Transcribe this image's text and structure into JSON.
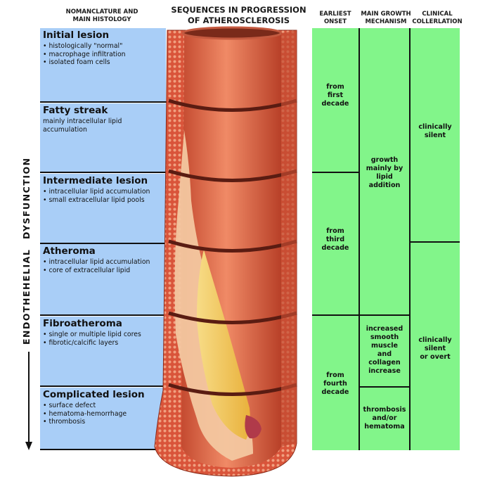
{
  "headers": {
    "nomenclature": [
      "NOMANCLATURE AND",
      "MAIN HISTOLOGY"
    ],
    "sequences": [
      "SEQUENCES IN PROGRESSION",
      "OF ATHEROSCLEROSIS"
    ],
    "onset": [
      "EARLIEST",
      "ONSET"
    ],
    "growth": [
      "MAIN GROWTH",
      "MECHANISM"
    ],
    "clinical": [
      "CLINICAL",
      "COLLERLATION"
    ]
  },
  "side_label": {
    "word1": "ENDOTHEHELIAL",
    "word2": "DYSFUNCTION"
  },
  "lesions": [
    {
      "title": "Initial lesion",
      "items": [
        "histologically \"normal\"",
        "macrophage infiltration",
        "isolated foam cells"
      ]
    },
    {
      "title": "Fatty streak",
      "text": [
        "mainly intracellular lipid",
        "accumulation"
      ]
    },
    {
      "title": "Intermediate lesion",
      "items": [
        "intracellular lipid accumulation",
        "small extracellular lipid pools"
      ]
    },
    {
      "title": "Atheroma",
      "items": [
        "intracellular lipid accumulation",
        "core of extracellular lipid"
      ]
    },
    {
      "title": "Fibroatheroma",
      "items": [
        "single or multiple lipid cores",
        "fibrotic/calcific layers"
      ]
    },
    {
      "title": "Complicated lesion",
      "items": [
        "surface defect",
        "hematoma-hemorrhage",
        "thrombosis"
      ]
    }
  ],
  "onset": [
    [
      "from",
      "first",
      "decade"
    ],
    [
      "from",
      "third",
      "decade"
    ],
    [
      "from",
      "fourth",
      "decade"
    ]
  ],
  "growth": [
    [
      "growth",
      "mainly by",
      "lipid",
      "addition"
    ],
    [
      "increased",
      "smooth",
      "muscle",
      "and",
      "collagen",
      "increase"
    ],
    [
      "thrombosis",
      "and/or",
      "hematoma"
    ]
  ],
  "clinical": [
    [
      "clinically",
      "silent"
    ],
    [
      "clinically",
      "silent",
      "or overt"
    ]
  ],
  "colors": {
    "lesion_panel": "#a9cef7",
    "green_panel": "#82f58a",
    "artery_wall": "#d9543a",
    "artery_lumen": "#e8734f",
    "lipid_core": "#f4c95a"
  }
}
